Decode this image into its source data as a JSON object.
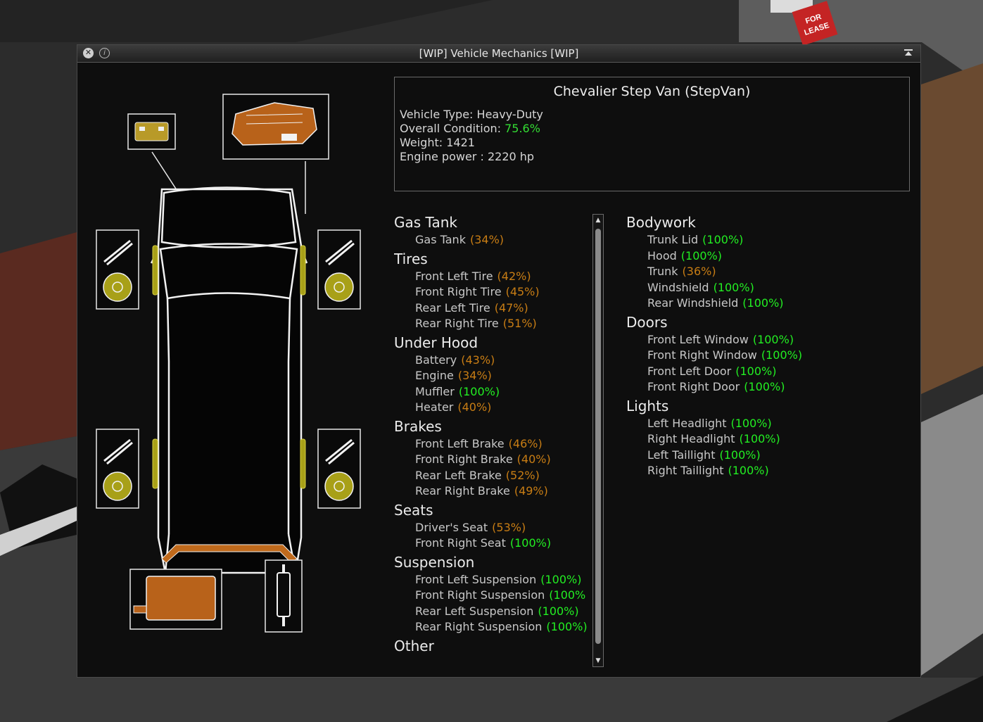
{
  "window": {
    "title": "[WIP] Vehicle Mechanics [WIP]"
  },
  "vehicle": {
    "name": "Chevalier Step Van (StepVan)",
    "type_label": "Vehicle Type:",
    "type": "Heavy-Duty",
    "condition_label": "Overall Condition:",
    "condition": "75.6%",
    "weight_label": "Weight:",
    "weight": "1421",
    "power_label": "Engine power :",
    "power": "2220 hp"
  },
  "background_sign": "FOR LEASE",
  "left_categories": [
    {
      "label": "Gas Tank",
      "parts": [
        {
          "name": "Gas Tank",
          "pct": "(34%)",
          "status": "mid"
        }
      ]
    },
    {
      "label": "Tires",
      "parts": [
        {
          "name": "Front Left Tire",
          "pct": "(42%)",
          "status": "mid"
        },
        {
          "name": "Front Right Tire",
          "pct": "(45%)",
          "status": "mid"
        },
        {
          "name": "Rear Left Tire",
          "pct": "(47%)",
          "status": "mid"
        },
        {
          "name": "Rear Right Tire",
          "pct": "(51%)",
          "status": "mid"
        }
      ]
    },
    {
      "label": "Under Hood",
      "parts": [
        {
          "name": "Battery",
          "pct": "(43%)",
          "status": "mid"
        },
        {
          "name": "Engine",
          "pct": "(34%)",
          "status": "mid"
        },
        {
          "name": "Muffler",
          "pct": "(100%)",
          "status": "good"
        },
        {
          "name": "Heater",
          "pct": "(40%)",
          "status": "mid"
        }
      ]
    },
    {
      "label": "Brakes",
      "parts": [
        {
          "name": "Front Left Brake",
          "pct": "(46%)",
          "status": "mid"
        },
        {
          "name": "Front Right Brake",
          "pct": "(40%)",
          "status": "mid"
        },
        {
          "name": "Rear Left Brake",
          "pct": "(52%)",
          "status": "mid"
        },
        {
          "name": "Rear Right Brake",
          "pct": "(49%)",
          "status": "mid"
        }
      ]
    },
    {
      "label": "Seats",
      "parts": [
        {
          "name": "Driver's Seat",
          "pct": "(53%)",
          "status": "mid"
        },
        {
          "name": "Front Right Seat",
          "pct": "(100%)",
          "status": "good"
        }
      ]
    },
    {
      "label": "Suspension",
      "parts": [
        {
          "name": "Front Left Suspension",
          "pct": "(100%)",
          "status": "good"
        },
        {
          "name": "Front Right Suspension",
          "pct": "(100%",
          "status": "good"
        },
        {
          "name": "Rear Left Suspension",
          "pct": "(100%)",
          "status": "good"
        },
        {
          "name": "Rear Right Suspension",
          "pct": "(100%)",
          "status": "good"
        }
      ]
    },
    {
      "label": "Other",
      "parts": []
    }
  ],
  "right_categories": [
    {
      "label": "Bodywork",
      "parts": [
        {
          "name": "Trunk Lid",
          "pct": "(100%)",
          "status": "good"
        },
        {
          "name": "Hood",
          "pct": "(100%)",
          "status": "good"
        },
        {
          "name": "Trunk",
          "pct": "(36%)",
          "status": "mid"
        },
        {
          "name": "Windshield",
          "pct": "(100%)",
          "status": "good"
        },
        {
          "name": "Rear Windshield",
          "pct": "(100%)",
          "status": "good"
        }
      ]
    },
    {
      "label": "Doors",
      "parts": [
        {
          "name": "Front Left Window",
          "pct": "(100%)",
          "status": "good"
        },
        {
          "name": "Front Right Window",
          "pct": "(100%)",
          "status": "good"
        },
        {
          "name": "Front Left Door",
          "pct": "(100%)",
          "status": "good"
        },
        {
          "name": "Front Right Door",
          "pct": "(100%)",
          "status": "good"
        }
      ]
    },
    {
      "label": "Lights",
      "parts": [
        {
          "name": "Left Headlight",
          "pct": "(100%)",
          "status": "good"
        },
        {
          "name": "Right Headlight",
          "pct": "(100%)",
          "status": "good"
        },
        {
          "name": "Left Taillight",
          "pct": "(100%)",
          "status": "good"
        },
        {
          "name": "Right Taillight",
          "pct": "(100%)",
          "status": "good"
        }
      ]
    }
  ],
  "colors": {
    "good": "#22ee22",
    "mid": "#c87d14",
    "part_brown": "#b8621a",
    "part_olive": "#a8a018"
  }
}
